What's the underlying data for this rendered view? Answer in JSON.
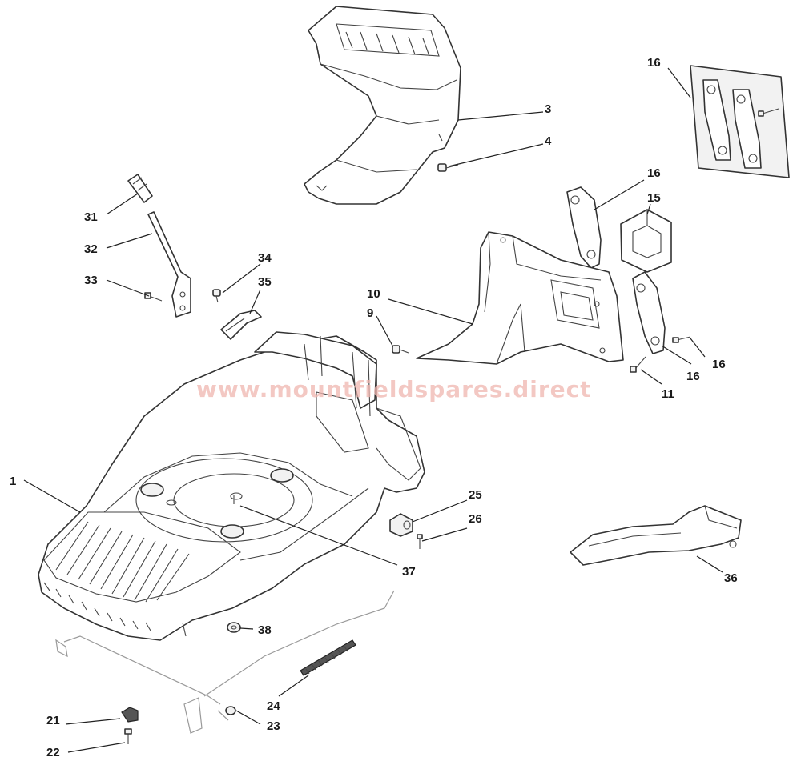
{
  "watermark": "www.mountfieldspares.direct",
  "colors": {
    "line": "#333333",
    "watermark": "#f0b6b0",
    "background": "#ffffff"
  },
  "callouts": {
    "c1": "1",
    "c3": "3",
    "c4": "4",
    "c9": "9",
    "c10": "10",
    "c11": "11",
    "c15": "15",
    "c16a": "16",
    "c16b": "16",
    "c16c": "16",
    "c16d": "16",
    "c21": "21",
    "c22": "22",
    "c23": "23",
    "c24": "24",
    "c25": "25",
    "c26": "26",
    "c31": "31",
    "c32": "32",
    "c33": "33",
    "c34": "34",
    "c35": "35",
    "c36": "36",
    "c37": "37",
    "c38": "38"
  }
}
